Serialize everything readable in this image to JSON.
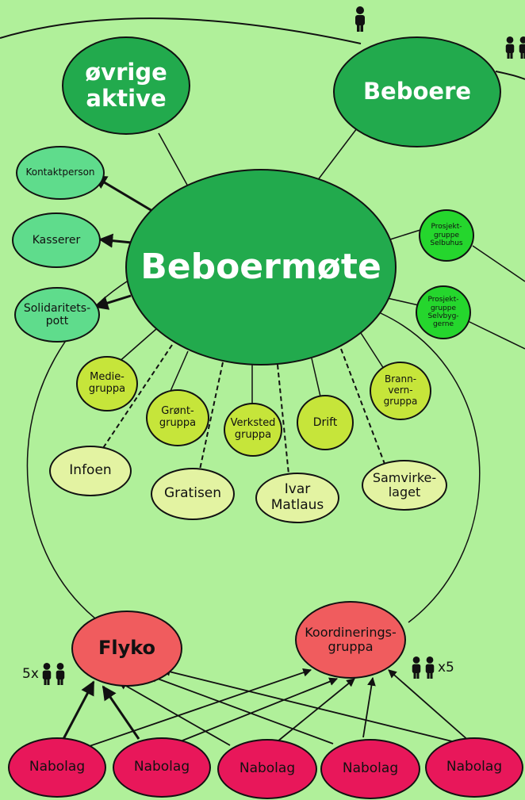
{
  "nodes": {
    "ovrige_aktive": "øvrige\naktive",
    "beboere": "Beboere",
    "beboermote": "Beboermøte",
    "kontaktperson": "Kontaktperson",
    "kasserer": "Kasserer",
    "solidaritetspott": "Solidaritets-\npott",
    "prosjekt_selbuhus": "Prosjekt-\ngruppe\nSelbuhus",
    "prosjekt_selvbyggerne": "Prosjekt-\ngruppe\nSelvbyg-\ngerne",
    "mediegruppa": "Medie-\ngruppa",
    "grontgruppa": "Grønt-\ngruppa",
    "verkstedgruppa": "Verksted\ngruppa",
    "drift": "Drift",
    "brannverngruppa": "Brann-\nvern-\ngruppa",
    "infoen": "Infoen",
    "gratisen": "Gratisen",
    "ivar_matlaus": "Ivar\nMatlaus",
    "samvirkelaget": "Samvirke-\nlaget",
    "flyko": "Flyko",
    "koordineringsgruppa": "Koordinerings-\ngruppa",
    "nabolag": [
      "Nabolag",
      "Nabolag",
      "Nabolag",
      "Nabolag",
      "Nabolag"
    ]
  },
  "people_labels": {
    "flyko_count": "5x",
    "koordinering_count": "x5"
  },
  "colors": {
    "background": "#b0f09a",
    "dark_green": "#22aa4d",
    "mint": "#5fdc8c",
    "lime": "#c6e53a",
    "bright_green": "#25d62d",
    "pale": "#e3f3a2",
    "coral": "#f05c5e",
    "rose": "#e8175a"
  }
}
